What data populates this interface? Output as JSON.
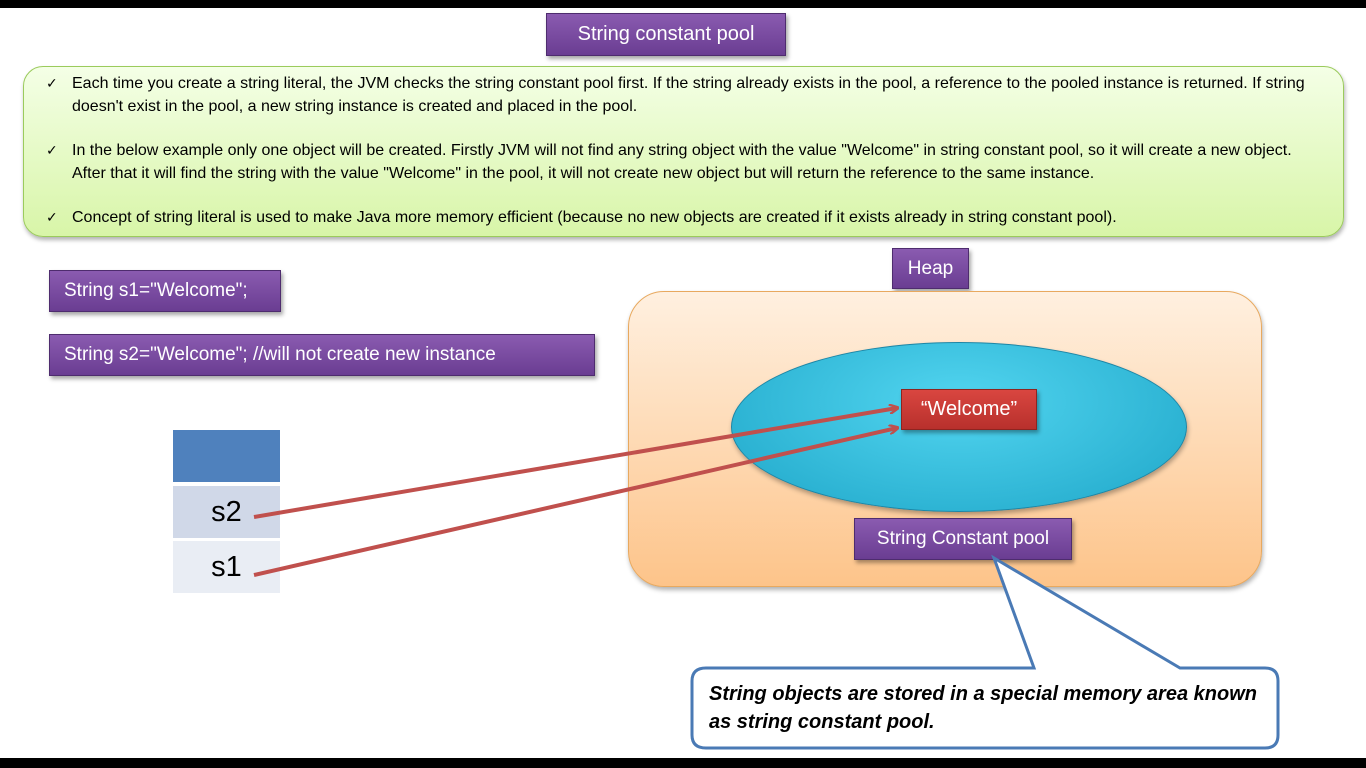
{
  "title": "String constant pool",
  "bullets": [
    "Each time you create a string literal, the JVM checks the string constant pool first. If the string already exists in the pool, a reference to the pooled instance is returned. If string doesn't exist in the pool, a new string instance is created and placed in the pool.",
    "In the below example only one object will be created. Firstly JVM will not find any string object with the value \"Welcome\" in string constant pool, so it will create a new object. After that it will find the string with the value \"Welcome\" in the pool, it will not create new object but will return the reference to the same instance.",
    "Concept of string literal is  used to make Java more memory efficient (because no new objects are created if it exists already in string constant pool)."
  ],
  "code": {
    "line1": "String s1=\"Welcome\";",
    "line2": "String s2=\"Welcome\"; //will not create new instance"
  },
  "heap": {
    "label": "Heap",
    "pool_label": "String Constant pool",
    "object_value": "“Welcome”"
  },
  "stack": {
    "cells": [
      "s2",
      "s1"
    ]
  },
  "callout": "String objects are stored in a special memory area known as string constant pool.",
  "colors": {
    "purple": "#7a4ea3",
    "green_panel": "#d8f5a8",
    "heap_orange": "#fdc48a",
    "pool_cyan": "#2bb8d8",
    "welcome_red": "#c0392b",
    "stack_blue": "#4f81bd",
    "arrow_red": "#c0504d",
    "callout_blue": "#4a7ab5"
  }
}
